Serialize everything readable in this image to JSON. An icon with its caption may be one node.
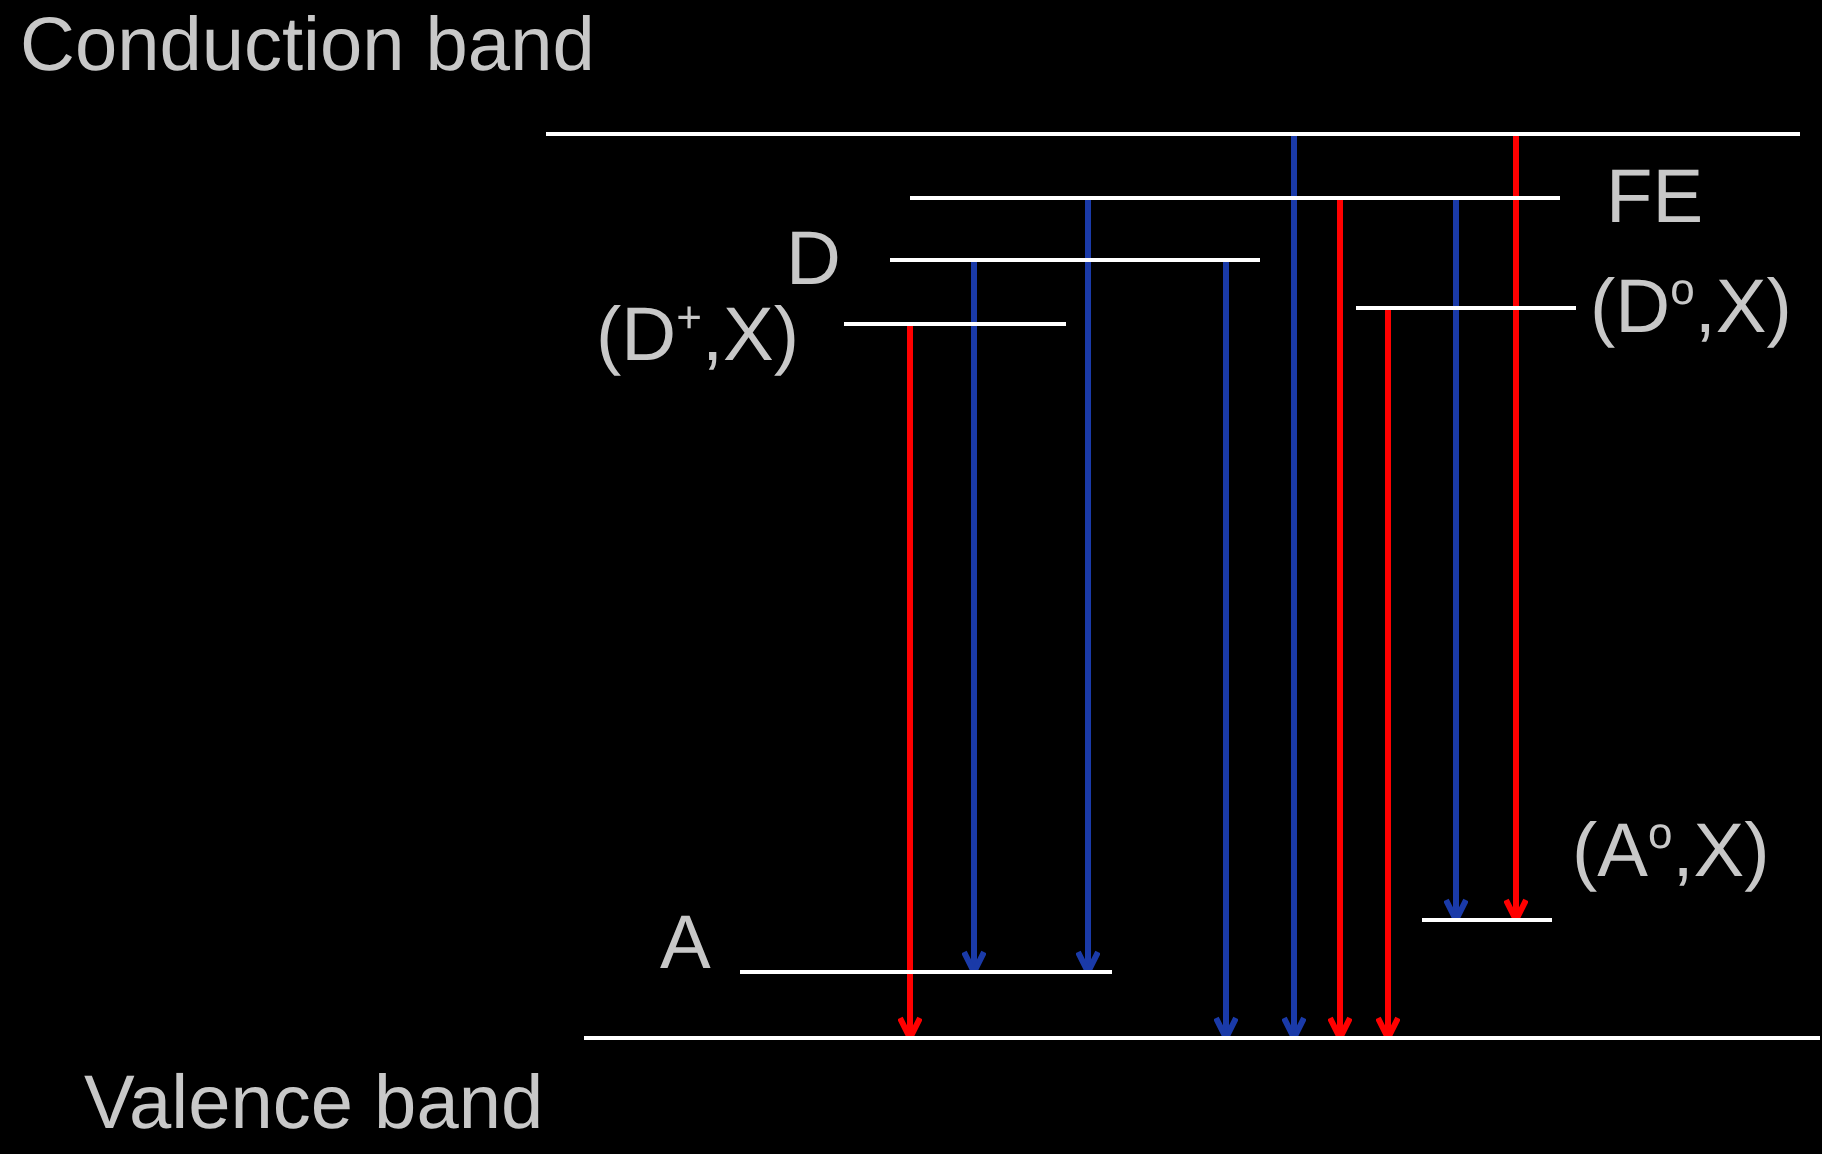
{
  "diagram": {
    "nodes": [
      {
        "text": [
          "Conduction band"
        ]
      },
      {
        "text": [
          "FE"
        ]
      },
      {
        "text": [
          "D"
        ]
      },
      {
        "text": [
          "(D$^{+}$,X)"
        ]
      },
      {
        "text": [
          "(D$^{o}$,X)"
        ]
      },
      {
        "text": [
          "(A$^{o}$,X)"
        ]
      },
      {
        "text": [
          "A"
        ]
      },
      {
        "text": [
          "Valence band"
        ]
      }
    ],
    "edges": [
      {
        "from": 3,
        "to": 7,
        "arrow": "to",
        "color": "#ff0000"
      },
      {
        "from": 2,
        "to": 6,
        "arrow": "to"
      },
      {
        "from": 1,
        "to": 6,
        "arrow": "to"
      },
      {
        "from": 2,
        "to": 7,
        "arrow": "to"
      },
      {
        "from": 0,
        "to": 7,
        "arrow": "to"
      },
      {
        "from": 1,
        "to": 7,
        "arrow": "to",
        "color": "#ff0000"
      },
      {
        "from": 4,
        "to": 7,
        "arrow": "to",
        "color": "#ff0000"
      },
      {
        "from": 1,
        "to": 5,
        "arrow": "to"
      },
      {
        "from": 0,
        "to": 5,
        "arrow": "to",
        "color": "#ff0000"
      }
    ]
  }
}
